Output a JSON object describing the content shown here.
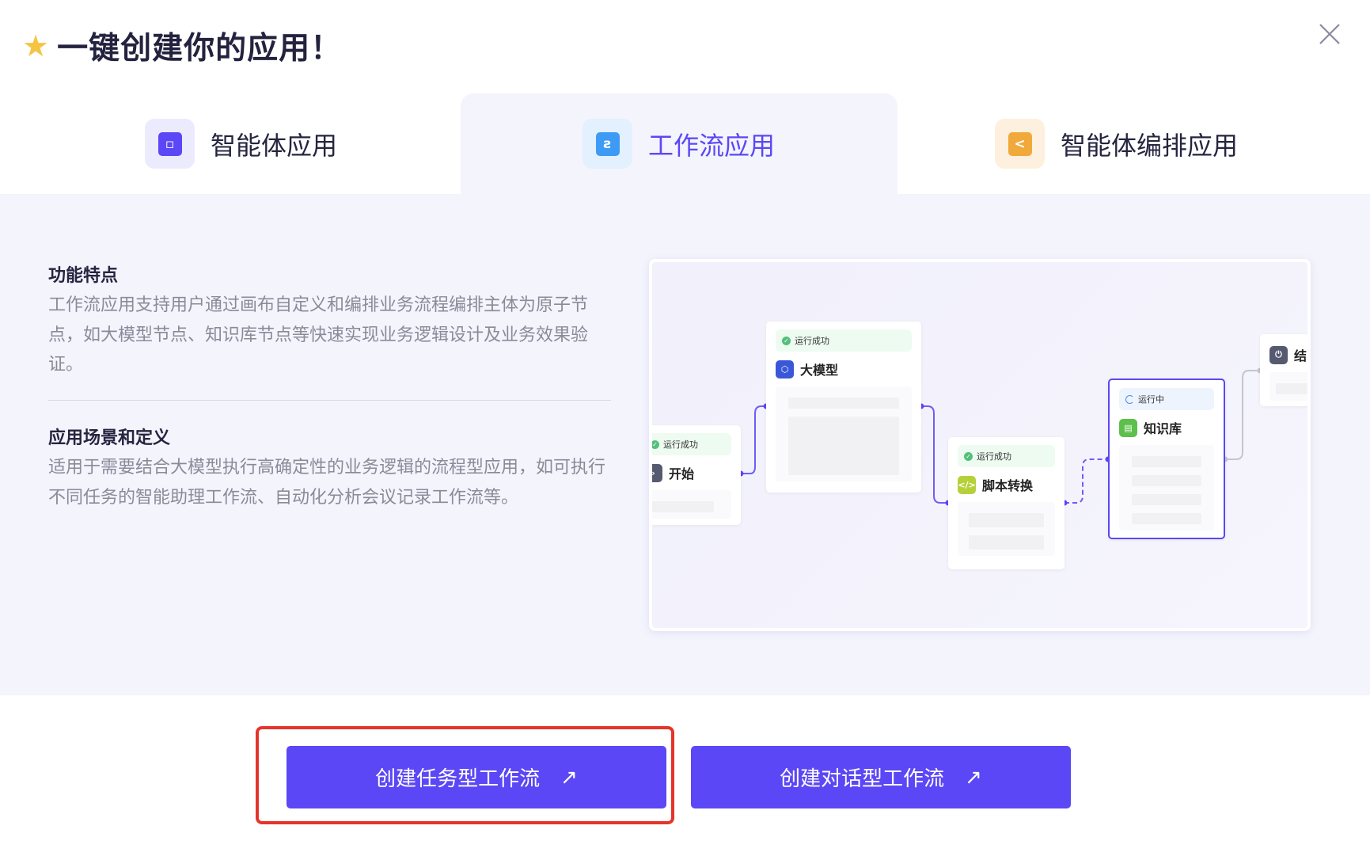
{
  "header": {
    "title": "一键创建你的应用！",
    "star_icon": "star-icon",
    "close_icon": "close-icon"
  },
  "tabs": [
    {
      "label": "智能体应用",
      "active": false,
      "color": "#5b47f5"
    },
    {
      "label": "工作流应用",
      "active": true,
      "color": "#3d9bf5"
    },
    {
      "label": "智能体编排应用",
      "active": false,
      "color": "#f0a93a"
    }
  ],
  "content": {
    "features_title": "功能特点",
    "features_text": "工作流应用支持用户通过画布自定义和编排业务流程编排主体为原子节点，如大模型节点、知识库节点等快速实现业务逻辑设计及业务效果验证。",
    "scenarios_title": "应用场景和定义",
    "scenarios_text": "适用于需要结合大模型执行高确定性的业务逻辑的流程型应用，如可执行不同任务的智能助理工作流、自动化分析会议记录工作流等。"
  },
  "diagram": {
    "nodes": [
      {
        "name": "开始",
        "status": "运行成功"
      },
      {
        "name": "大模型",
        "status": "运行成功"
      },
      {
        "name": "脚本转换",
        "status": "运行成功"
      },
      {
        "name": "知识库",
        "status": "运行中"
      },
      {
        "name": "结"
      }
    ]
  },
  "buttons": {
    "task_workflow": "创建任务型工作流",
    "chat_workflow": "创建对话型工作流",
    "arrow": "↗"
  },
  "colors": {
    "primary": "#5b47f5",
    "highlight": "#e5342a",
    "panel": "#f4f4fd"
  }
}
